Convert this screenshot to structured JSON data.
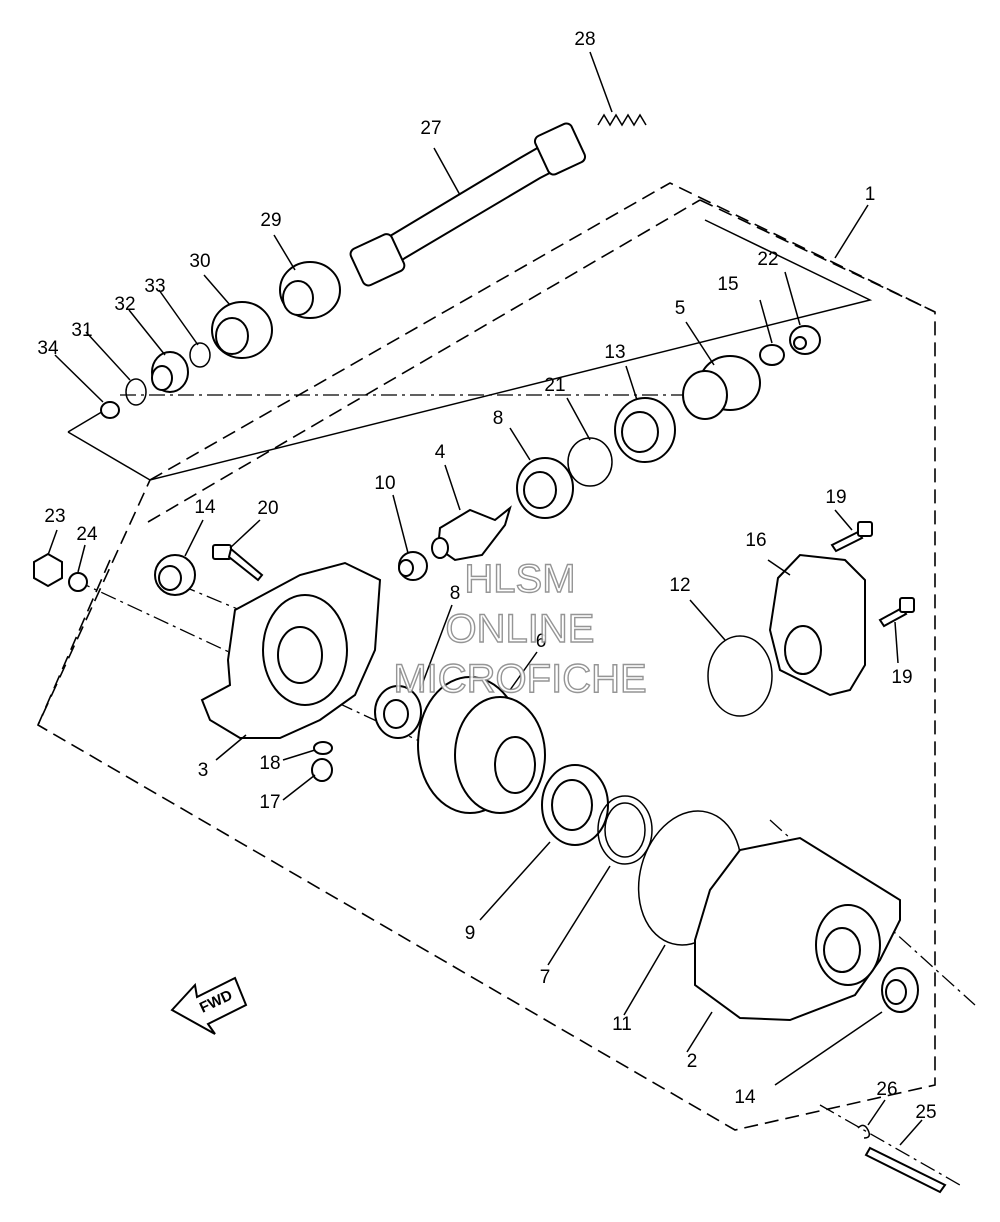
{
  "diagram": {
    "callouts": [
      {
        "id": "1",
        "text": "1"
      },
      {
        "id": "2",
        "text": "2"
      },
      {
        "id": "3",
        "text": "3"
      },
      {
        "id": "4",
        "text": "4"
      },
      {
        "id": "5",
        "text": "5"
      },
      {
        "id": "6",
        "text": "6"
      },
      {
        "id": "7",
        "text": "7"
      },
      {
        "id": "8a",
        "text": "8"
      },
      {
        "id": "8b",
        "text": "8"
      },
      {
        "id": "9",
        "text": "9"
      },
      {
        "id": "10",
        "text": "10"
      },
      {
        "id": "11",
        "text": "11"
      },
      {
        "id": "12",
        "text": "12"
      },
      {
        "id": "13",
        "text": "13"
      },
      {
        "id": "14a",
        "text": "14"
      },
      {
        "id": "14b",
        "text": "14"
      },
      {
        "id": "15",
        "text": "15"
      },
      {
        "id": "16",
        "text": "16"
      },
      {
        "id": "17",
        "text": "17"
      },
      {
        "id": "18",
        "text": "18"
      },
      {
        "id": "19a",
        "text": "19"
      },
      {
        "id": "19b",
        "text": "19"
      },
      {
        "id": "20",
        "text": "20"
      },
      {
        "id": "21",
        "text": "21"
      },
      {
        "id": "22",
        "text": "22"
      },
      {
        "id": "23",
        "text": "23"
      },
      {
        "id": "24",
        "text": "24"
      },
      {
        "id": "25",
        "text": "25"
      },
      {
        "id": "26",
        "text": "26"
      },
      {
        "id": "27",
        "text": "27"
      },
      {
        "id": "28",
        "text": "28"
      },
      {
        "id": "29",
        "text": "29"
      },
      {
        "id": "30",
        "text": "30"
      },
      {
        "id": "31",
        "text": "31"
      },
      {
        "id": "32",
        "text": "32"
      },
      {
        "id": "33",
        "text": "33"
      },
      {
        "id": "34",
        "text": "34"
      }
    ],
    "watermark": {
      "line1": "HLSM",
      "line2": "ONLINE",
      "line3": "MICROFICHE"
    },
    "fwd_label": "FWD"
  }
}
